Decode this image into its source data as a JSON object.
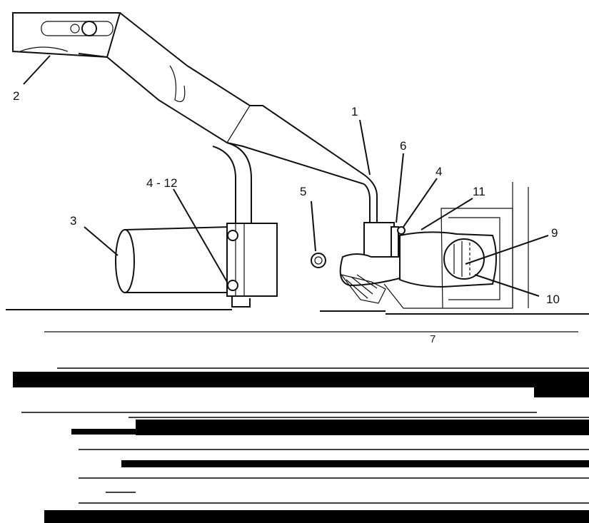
{
  "labels": {
    "l1": "1",
    "l2": "2",
    "l3": "3",
    "l4": "4",
    "l4_12": "4 - 12",
    "l5": "5",
    "l6": "6",
    "l7": "7",
    "l9": "9",
    "l10": "10",
    "l11": "11"
  }
}
